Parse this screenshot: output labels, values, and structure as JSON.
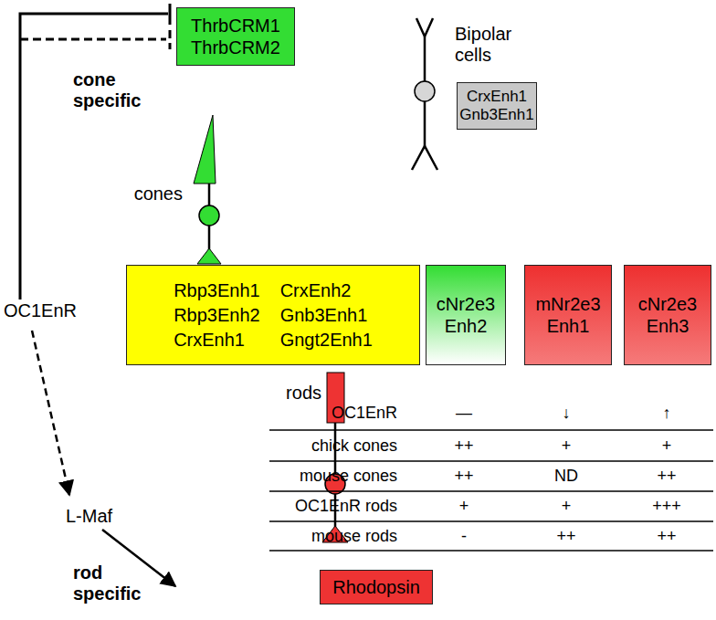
{
  "diagram": {
    "nodes": [
      {
        "text": [
          "ThrbCRM1",
          "ThrbCRM2"
        ]
      },
      {
        "text": [
          "CrxEnh1",
          "Gnb3Enh1"
        ]
      },
      {
        "text": [
          "Rbp3Enh1",
          "CrxEnh2",
          "Rbp3Enh2",
          "Gnb3Enh1",
          "CrxEnh1",
          "Gngt2Enh1"
        ]
      },
      {
        "text": [
          "cNr2e3 Enh2"
        ]
      },
      {
        "text": [
          "mNr2e3 Enh1"
        ]
      },
      {
        "text": [
          "cNr2e3 Enh3"
        ]
      },
      {
        "text": [
          "Rhodopsin"
        ]
      }
    ],
    "labels": [
      "cone specific",
      "cones",
      "Bipolar cells",
      "OC1EnR",
      "L-Maf",
      "rods",
      "rod specific",
      "OC1EnR",
      "—",
      "↓",
      "↑",
      "chick cones",
      "++",
      "+",
      "+",
      "mouse cones",
      "++",
      "ND",
      "++",
      "OC1EnR rods",
      "+",
      "+",
      "+++",
      "mouse rods",
      "-",
      "++",
      "++"
    ]
  }
}
